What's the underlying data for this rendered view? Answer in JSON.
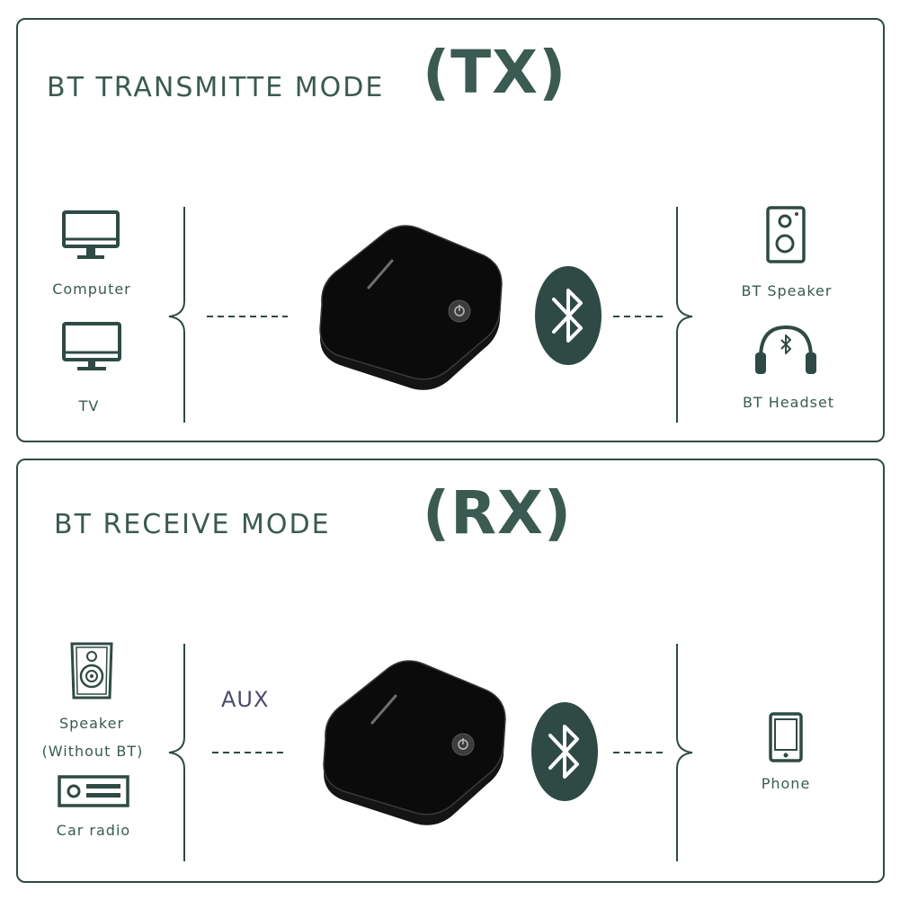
{
  "tx": {
    "title": "BT TRANSMITTE MODE",
    "code": "(TX)",
    "sources": [
      "Computer",
      "TV"
    ],
    "outputs": [
      "BT Speaker",
      "BT Headset"
    ]
  },
  "rx": {
    "title": "BT RECEIVE MODE",
    "code": "(RX)",
    "sources": [
      "Speaker",
      "(Without BT)",
      "Car radio"
    ],
    "connector": "AUX",
    "outputs": [
      "Phone"
    ]
  },
  "colors": {
    "accent": "#2f4a44",
    "device": "#111111",
    "bt_badge": "#2f4a44"
  }
}
